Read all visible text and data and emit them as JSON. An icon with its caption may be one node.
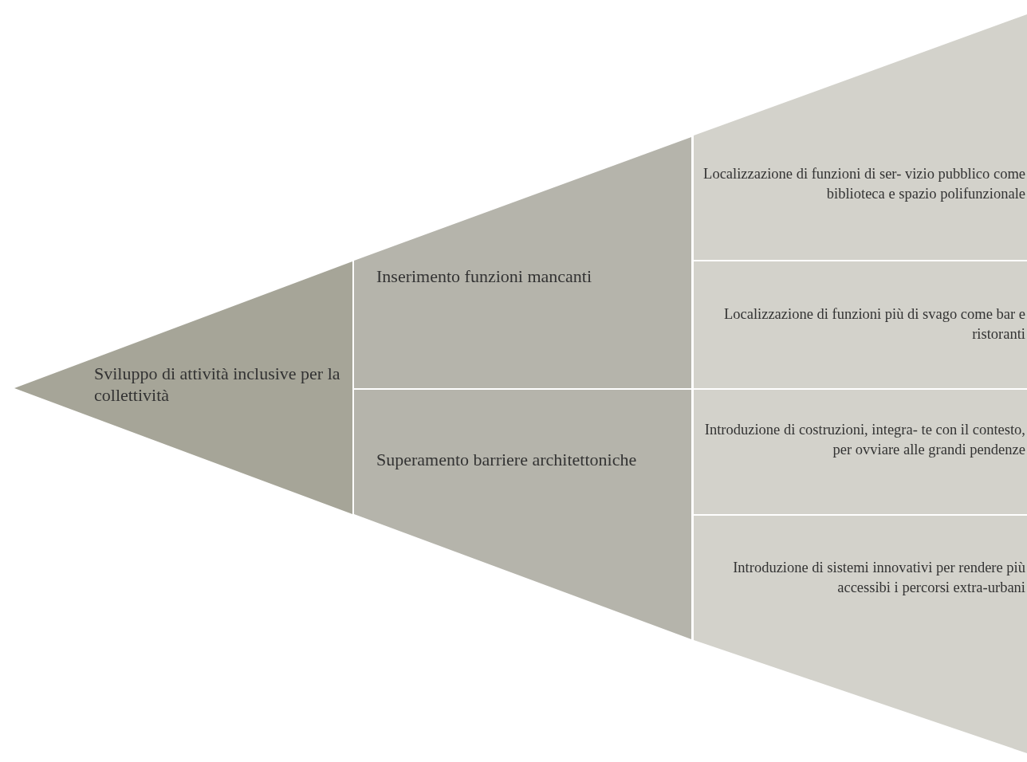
{
  "diagram": {
    "nodes": [
      {
        "text": [
          "Sviluppo di attività inclusive per la collettività"
        ]
      },
      {
        "text": [
          "Inserimento funzioni mancanti"
        ]
      },
      {
        "text": [
          "Superamento barriere architettoniche"
        ]
      },
      {
        "text": [
          "Localizzazione di funzioni di ser- vizio pubblico come biblioteca e spazio polifunzionale"
        ]
      },
      {
        "text": [
          "Localizzazione di funzioni più di svago come bar e ristoranti"
        ]
      },
      {
        "text": [
          "Introduzione di costruzioni, integra- te con il contesto, per ovviare alle grandi pendenze"
        ]
      },
      {
        "text": [
          "Introduzione di sistemi innovativi per rendere più accessibi i percorsi extra-urbani"
        ]
      }
    ]
  }
}
